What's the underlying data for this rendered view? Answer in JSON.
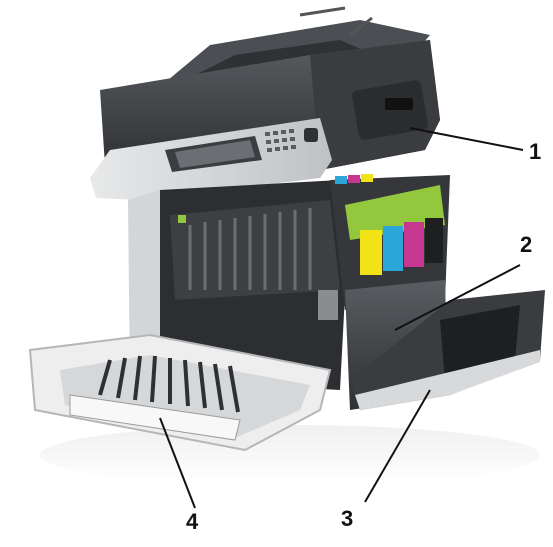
{
  "figure": {
    "subject": "printer-with-open-doors-and-cartridges",
    "colors": {
      "body_dark": "#3f4144",
      "body_mid": "#5a5d61",
      "body_light": "#d9dadc",
      "panel_white": "#f3f3f3",
      "toner_cyan": "#2aa7d8",
      "toner_magenta": "#c8378f",
      "toner_yellow": "#f2e316",
      "green_part": "#93c83e",
      "leader_line": "#111111"
    }
  },
  "callouts": [
    {
      "label": "1"
    },
    {
      "label": "2"
    },
    {
      "label": "3"
    },
    {
      "label": "4"
    }
  ]
}
